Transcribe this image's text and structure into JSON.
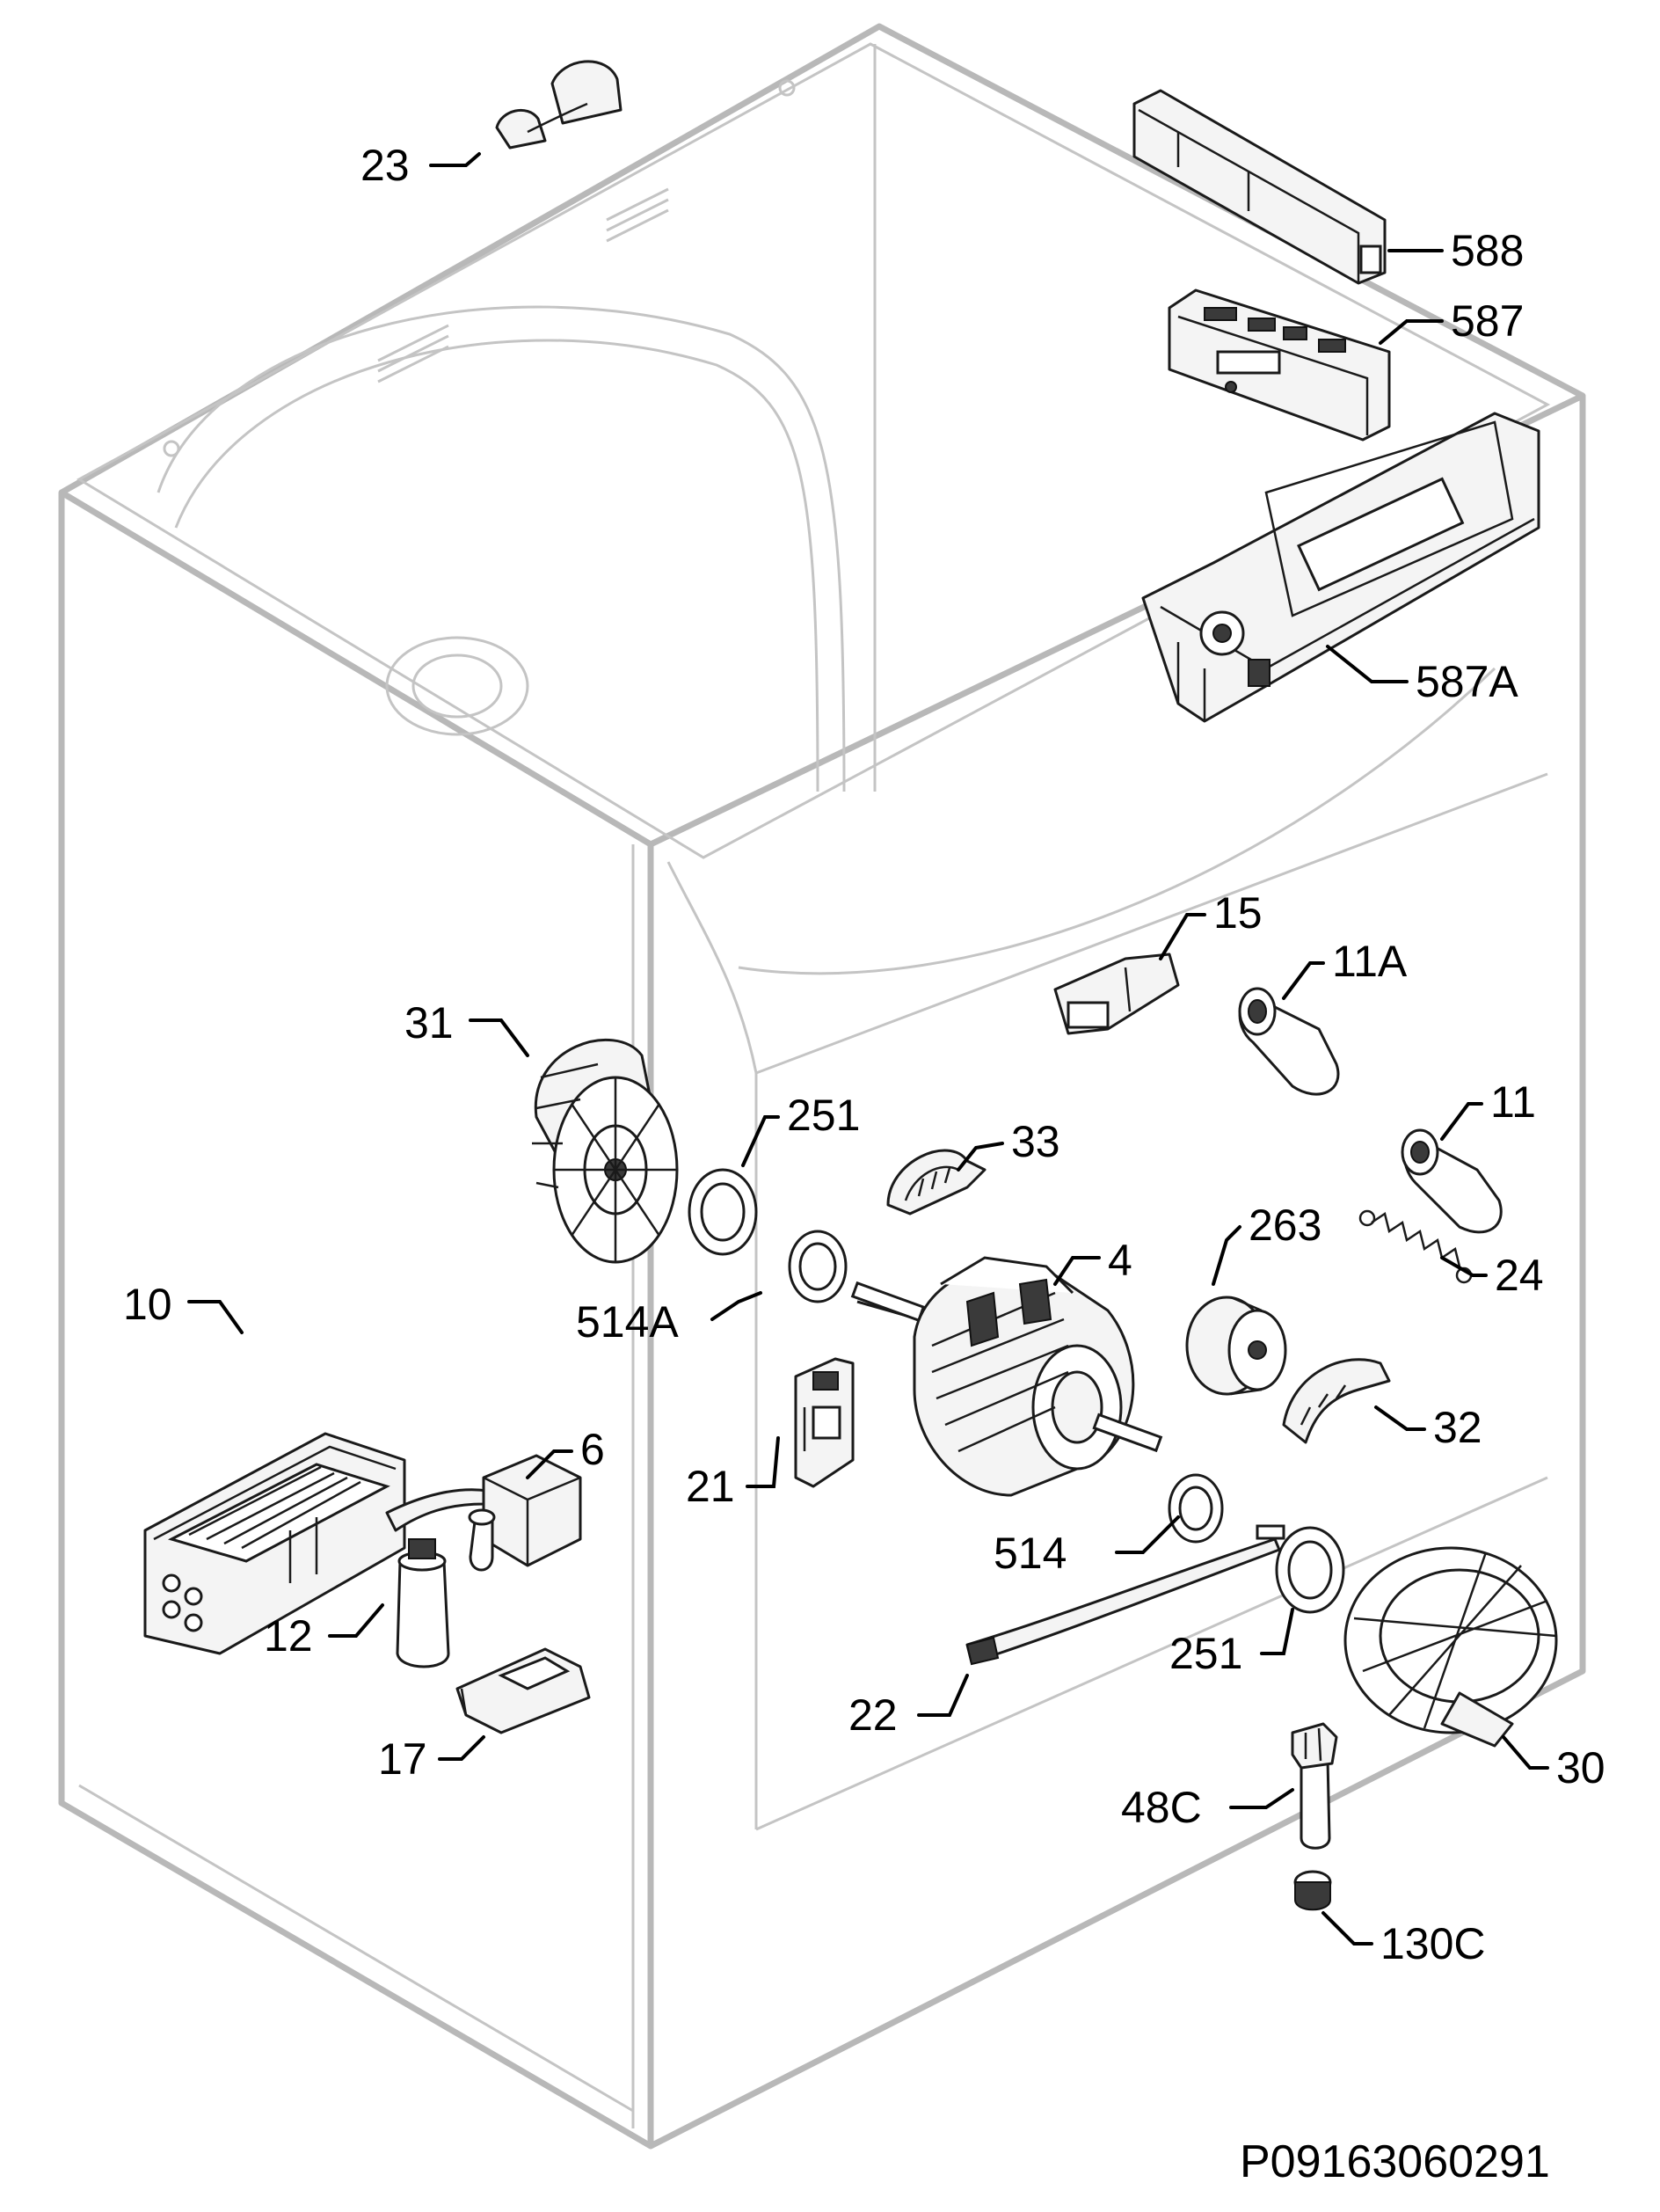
{
  "diagram": {
    "reference_code": "P09163060291",
    "callouts": {
      "c23": "23",
      "c588": "588",
      "c587": "587",
      "c587a": "587A",
      "c15": "15",
      "c11a": "11A",
      "c31": "31",
      "c251a": "251",
      "c33": "33",
      "c11": "11",
      "c263": "263",
      "c24": "24",
      "c10": "10",
      "c514a": "514A",
      "c4": "4",
      "c6": "6",
      "c32": "32",
      "c21": "21",
      "c514": "514",
      "c12": "12",
      "c251b": "251",
      "c22": "22",
      "c30": "30",
      "c17": "17",
      "c48c": "48C",
      "c130c": "130C"
    }
  }
}
